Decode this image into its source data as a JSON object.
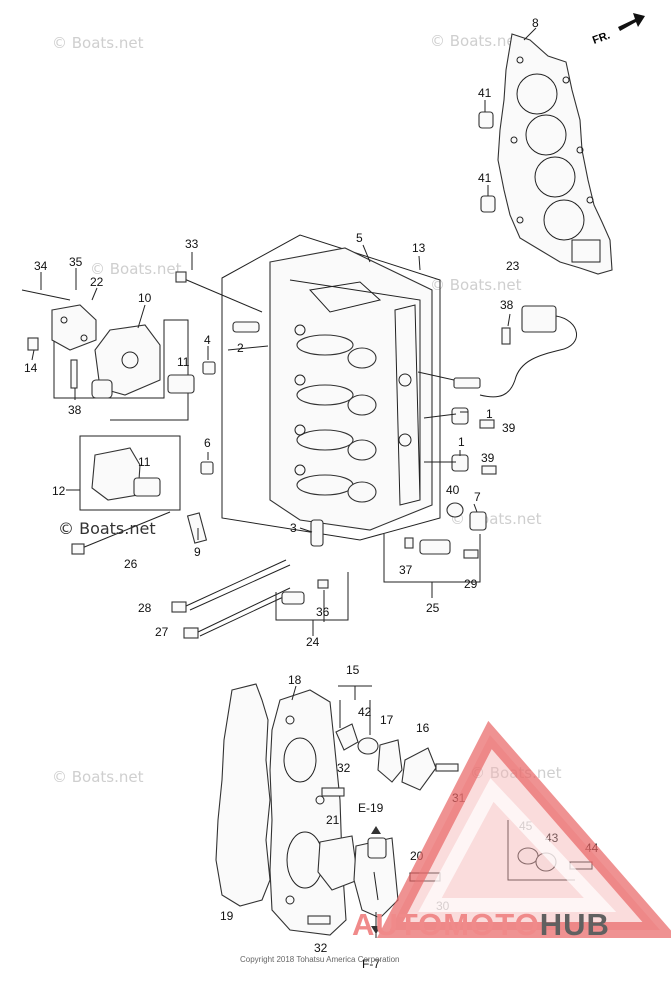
{
  "direction_label": "FR.",
  "watermark": "© Boats.net",
  "watermark_main": "© Boats.net",
  "copyright": "Copyright 2018 Tohatsu America Corporation",
  "brand": {
    "part1": "AUTO",
    "part2": "MOTO",
    "part3": "HUB",
    "color_red": "#e03131",
    "color_gray": "#606060"
  },
  "refs": {
    "e19": "E-19",
    "f7": "F-7"
  },
  "callouts": [
    {
      "id": "c8",
      "label": "8"
    },
    {
      "id": "c41a",
      "label": "41"
    },
    {
      "id": "c41b",
      "label": "41"
    },
    {
      "id": "c34",
      "label": "34"
    },
    {
      "id": "c35",
      "label": "35"
    },
    {
      "id": "c22",
      "label": "22"
    },
    {
      "id": "c10",
      "label": "10"
    },
    {
      "id": "c14",
      "label": "14"
    },
    {
      "id": "c11a",
      "label": "11"
    },
    {
      "id": "c38a",
      "label": "38"
    },
    {
      "id": "c33",
      "label": "33"
    },
    {
      "id": "c5",
      "label": "5"
    },
    {
      "id": "c13",
      "label": "13"
    },
    {
      "id": "c23",
      "label": "23"
    },
    {
      "id": "c38b",
      "label": "38"
    },
    {
      "id": "c4",
      "label": "4"
    },
    {
      "id": "c2",
      "label": "2"
    },
    {
      "id": "c6",
      "label": "6"
    },
    {
      "id": "c11b",
      "label": "11"
    },
    {
      "id": "c12",
      "label": "12"
    },
    {
      "id": "c26",
      "label": "26"
    },
    {
      "id": "c9",
      "label": "9"
    },
    {
      "id": "c3",
      "label": "3"
    },
    {
      "id": "c1a",
      "label": "1"
    },
    {
      "id": "c39a",
      "label": "39"
    },
    {
      "id": "c1b",
      "label": "1"
    },
    {
      "id": "c39b",
      "label": "39"
    },
    {
      "id": "c40",
      "label": "40"
    },
    {
      "id": "c7",
      "label": "7"
    },
    {
      "id": "c37",
      "label": "37"
    },
    {
      "id": "c29",
      "label": "29"
    },
    {
      "id": "c25",
      "label": "25"
    },
    {
      "id": "c28",
      "label": "28"
    },
    {
      "id": "c36",
      "label": "36"
    },
    {
      "id": "c27",
      "label": "27"
    },
    {
      "id": "c24",
      "label": "24"
    },
    {
      "id": "c15",
      "label": "15"
    },
    {
      "id": "c18",
      "label": "18"
    },
    {
      "id": "c42",
      "label": "42"
    },
    {
      "id": "c17",
      "label": "17"
    },
    {
      "id": "c16",
      "label": "16"
    },
    {
      "id": "c32a",
      "label": "32"
    },
    {
      "id": "c31",
      "label": "31"
    },
    {
      "id": "c21",
      "label": "21"
    },
    {
      "id": "c45",
      "label": "45"
    },
    {
      "id": "c43",
      "label": "43"
    },
    {
      "id": "c44",
      "label": "44"
    },
    {
      "id": "c20",
      "label": "20"
    },
    {
      "id": "c19",
      "label": "19"
    },
    {
      "id": "c30",
      "label": "30"
    },
    {
      "id": "c32b",
      "label": "32"
    }
  ]
}
